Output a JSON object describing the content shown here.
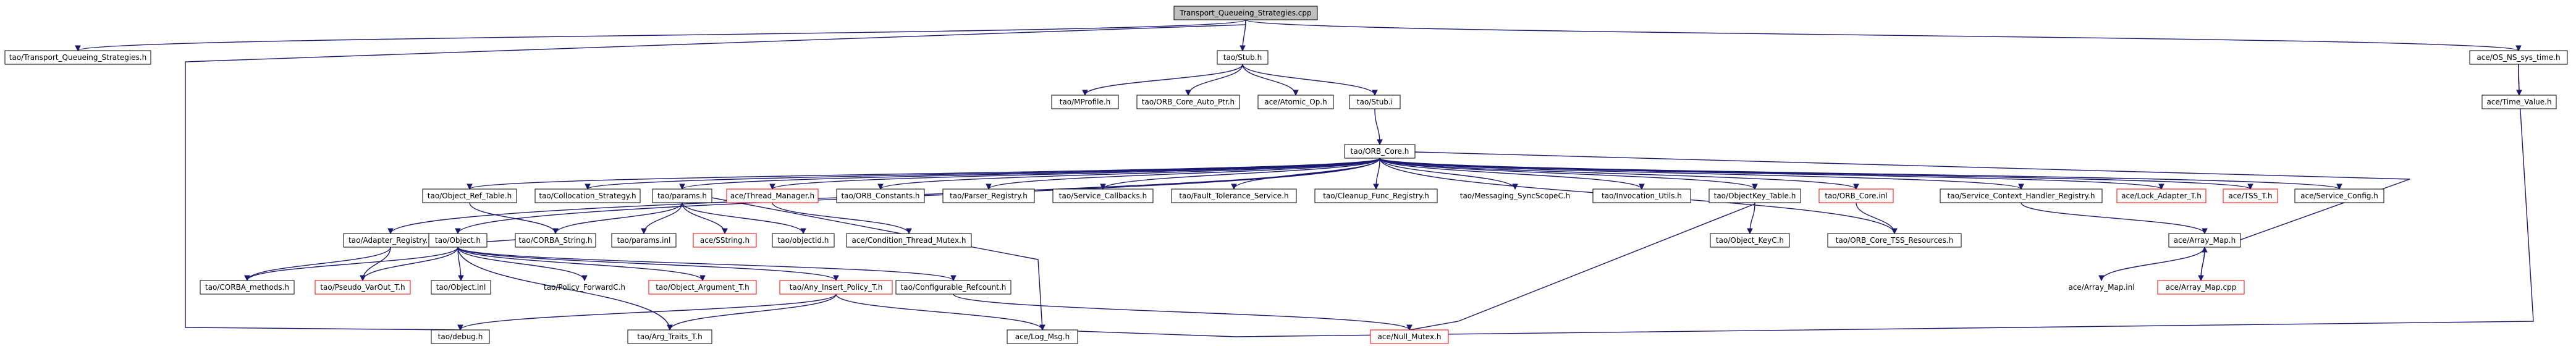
{
  "graph": {
    "title": "Transport_Queueing_Strategies.cpp",
    "colors": {
      "edge": "#191970",
      "node_border": "#000000",
      "missing_border": "#ff0000",
      "root_fill": "#bfbfbf",
      "background": "#ffffff"
    },
    "nodes": [
      {
        "id": "root",
        "label": "Transport_Queueing_Strategies.cpp",
        "style": "root"
      },
      {
        "id": "tqs_h",
        "label": "tao/Transport_Queueing_Strategies.h",
        "style": "normal"
      },
      {
        "id": "stub_h",
        "label": "tao/Stub.h",
        "style": "normal"
      },
      {
        "id": "os_ns_sys_time",
        "label": "ace/OS_NS_sys_time.h",
        "style": "normal"
      },
      {
        "id": "mprofile",
        "label": "tao/MProfile.h",
        "style": "normal"
      },
      {
        "id": "orb_core_auto_ptr",
        "label": "tao/ORB_Core_Auto_Ptr.h",
        "style": "normal"
      },
      {
        "id": "atomic_op",
        "label": "ace/Atomic_Op.h",
        "style": "normal"
      },
      {
        "id": "stub_i",
        "label": "tao/Stub.i",
        "style": "normal"
      },
      {
        "id": "time_value",
        "label": "ace/Time_Value.h",
        "style": "normal"
      },
      {
        "id": "orb_core",
        "label": "tao/ORB_Core.h",
        "style": "normal"
      },
      {
        "id": "adapter_registry",
        "label": "tao/Adapter_Registry.h",
        "style": "normal"
      },
      {
        "id": "object_ref_table",
        "label": "tao/Object_Ref_Table.h",
        "style": "normal"
      },
      {
        "id": "collocation_strategy",
        "label": "tao/Collocation_Strategy.h",
        "style": "normal"
      },
      {
        "id": "params_h",
        "label": "tao/params.h",
        "style": "normal"
      },
      {
        "id": "thread_manager",
        "label": "ace/Thread_Manager.h",
        "style": "missing"
      },
      {
        "id": "orb_constants",
        "label": "tao/ORB_Constants.h",
        "style": "normal"
      },
      {
        "id": "parser_registry",
        "label": "tao/Parser_Registry.h",
        "style": "normal"
      },
      {
        "id": "service_callbacks",
        "label": "tao/Service_Callbacks.h",
        "style": "normal"
      },
      {
        "id": "fault_tolerance",
        "label": "tao/Fault_Tolerance_Service.h",
        "style": "normal"
      },
      {
        "id": "cleanup_func",
        "label": "tao/Cleanup_Func_Registry.h",
        "style": "normal"
      },
      {
        "id": "messaging_sync",
        "label": "tao/Messaging_SyncScopeC.h",
        "style": "none"
      },
      {
        "id": "invocation_utils",
        "label": "tao/Invocation_Utils.h",
        "style": "normal"
      },
      {
        "id": "objectkey_table",
        "label": "tao/ObjectKey_Table.h",
        "style": "normal"
      },
      {
        "id": "orb_core_i",
        "label": "tao/ORB_Core.inl",
        "style": "missing"
      },
      {
        "id": "service_context_handler",
        "label": "tao/Service_Context_Handler_Registry.h",
        "style": "normal"
      },
      {
        "id": "lock_adapter",
        "label": "ace/Lock_Adapter_T.h",
        "style": "missing"
      },
      {
        "id": "tss_t",
        "label": "ace/TSS_T.h",
        "style": "missing"
      },
      {
        "id": "service_config",
        "label": "ace/Service_Config.h",
        "style": "normal"
      },
      {
        "id": "object_h",
        "label": "tao/Object.h",
        "style": "normal"
      },
      {
        "id": "corba_string",
        "label": "tao/CORBA_String.h",
        "style": "normal"
      },
      {
        "id": "params_i",
        "label": "tao/params.inl",
        "style": "normal"
      },
      {
        "id": "sstring",
        "label": "ace/SString.h",
        "style": "missing"
      },
      {
        "id": "objectid",
        "label": "tao/objectid.h",
        "style": "normal"
      },
      {
        "id": "condition_thread_mutex",
        "label": "ace/Condition_Thread_Mutex.h",
        "style": "normal"
      },
      {
        "id": "object_keyc",
        "label": "tao/Object_KeyC.h",
        "style": "normal"
      },
      {
        "id": "orb_core_tss",
        "label": "tao/ORB_Core_TSS_Resources.h",
        "style": "normal"
      },
      {
        "id": "array_map_h",
        "label": "ace/Array_Map.h",
        "style": "normal"
      },
      {
        "id": "corba_methods",
        "label": "tao/CORBA_methods.h",
        "style": "normal"
      },
      {
        "id": "pseudo_varout",
        "label": "tao/Pseudo_VarOut_T.h",
        "style": "missing"
      },
      {
        "id": "object_i",
        "label": "tao/Object.inl",
        "style": "normal"
      },
      {
        "id": "policy_forwardc",
        "label": "tao/Policy_ForwardC.h",
        "style": "none"
      },
      {
        "id": "object_argument",
        "label": "tao/Object_Argument_T.h",
        "style": "missing"
      },
      {
        "id": "any_insert_policy",
        "label": "tao/Any_Insert_Policy_T.h",
        "style": "missing"
      },
      {
        "id": "configurable_refcount",
        "label": "tao/Configurable_Refcount.h",
        "style": "normal"
      },
      {
        "id": "array_map_i",
        "label": "ace/Array_Map.inl",
        "style": "none"
      },
      {
        "id": "array_map_cpp",
        "label": "ace/Array_Map.cpp",
        "style": "missing"
      },
      {
        "id": "debug_h",
        "label": "tao/debug.h",
        "style": "normal"
      },
      {
        "id": "arg_traits",
        "label": "tao/Arg_Traits_T.h",
        "style": "normal"
      },
      {
        "id": "log_msg",
        "label": "ace/Log_Msg.h",
        "style": "normal"
      },
      {
        "id": "null_mutex",
        "label": "ace/Null_Mutex.h",
        "style": "missing"
      }
    ]
  }
}
